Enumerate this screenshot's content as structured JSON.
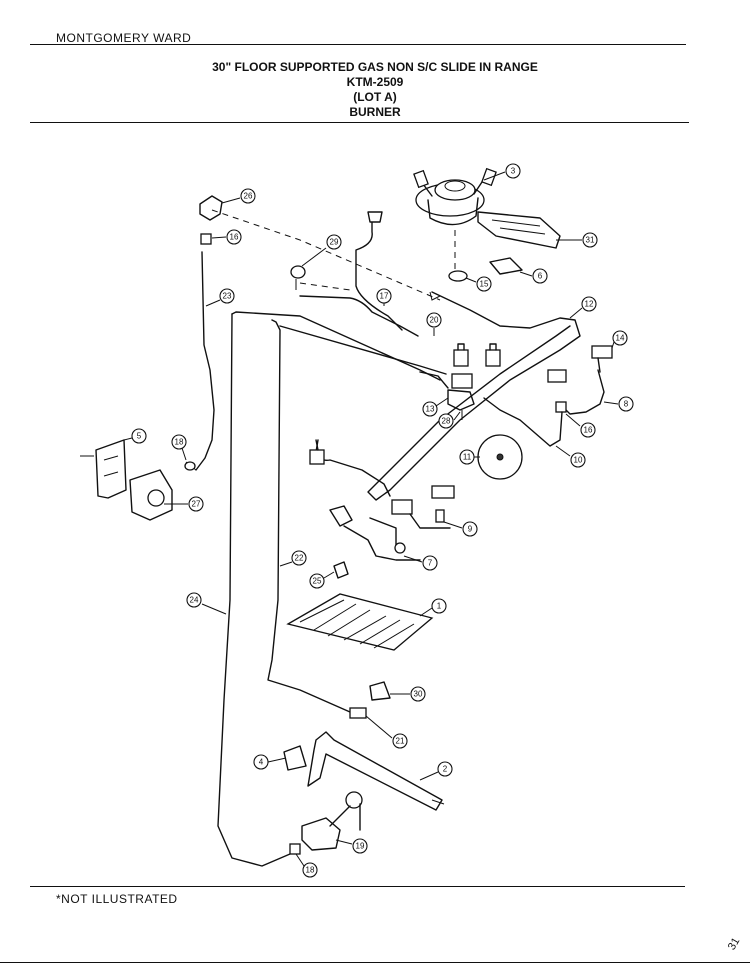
{
  "header": {
    "brand": "MONTGOMERY WARD",
    "title_lines": [
      "30\" FLOOR SUPPORTED GAS NON S/C SLIDE IN RANGE",
      "KTM-2509",
      "(LOT A)",
      "BURNER"
    ]
  },
  "callouts": [
    "3",
    "26",
    "16",
    "29",
    "31",
    "6",
    "15",
    "23",
    "17",
    "20",
    "12",
    "14",
    "13",
    "28",
    "8",
    "5",
    "18",
    "10",
    "11",
    "27",
    "9",
    "7",
    "22",
    "25",
    "24",
    "1",
    "30",
    "21",
    "4",
    "2",
    "19",
    "18"
  ],
  "footer": {
    "note": "*NOT ILLUSTRATED",
    "page_number": "31"
  }
}
